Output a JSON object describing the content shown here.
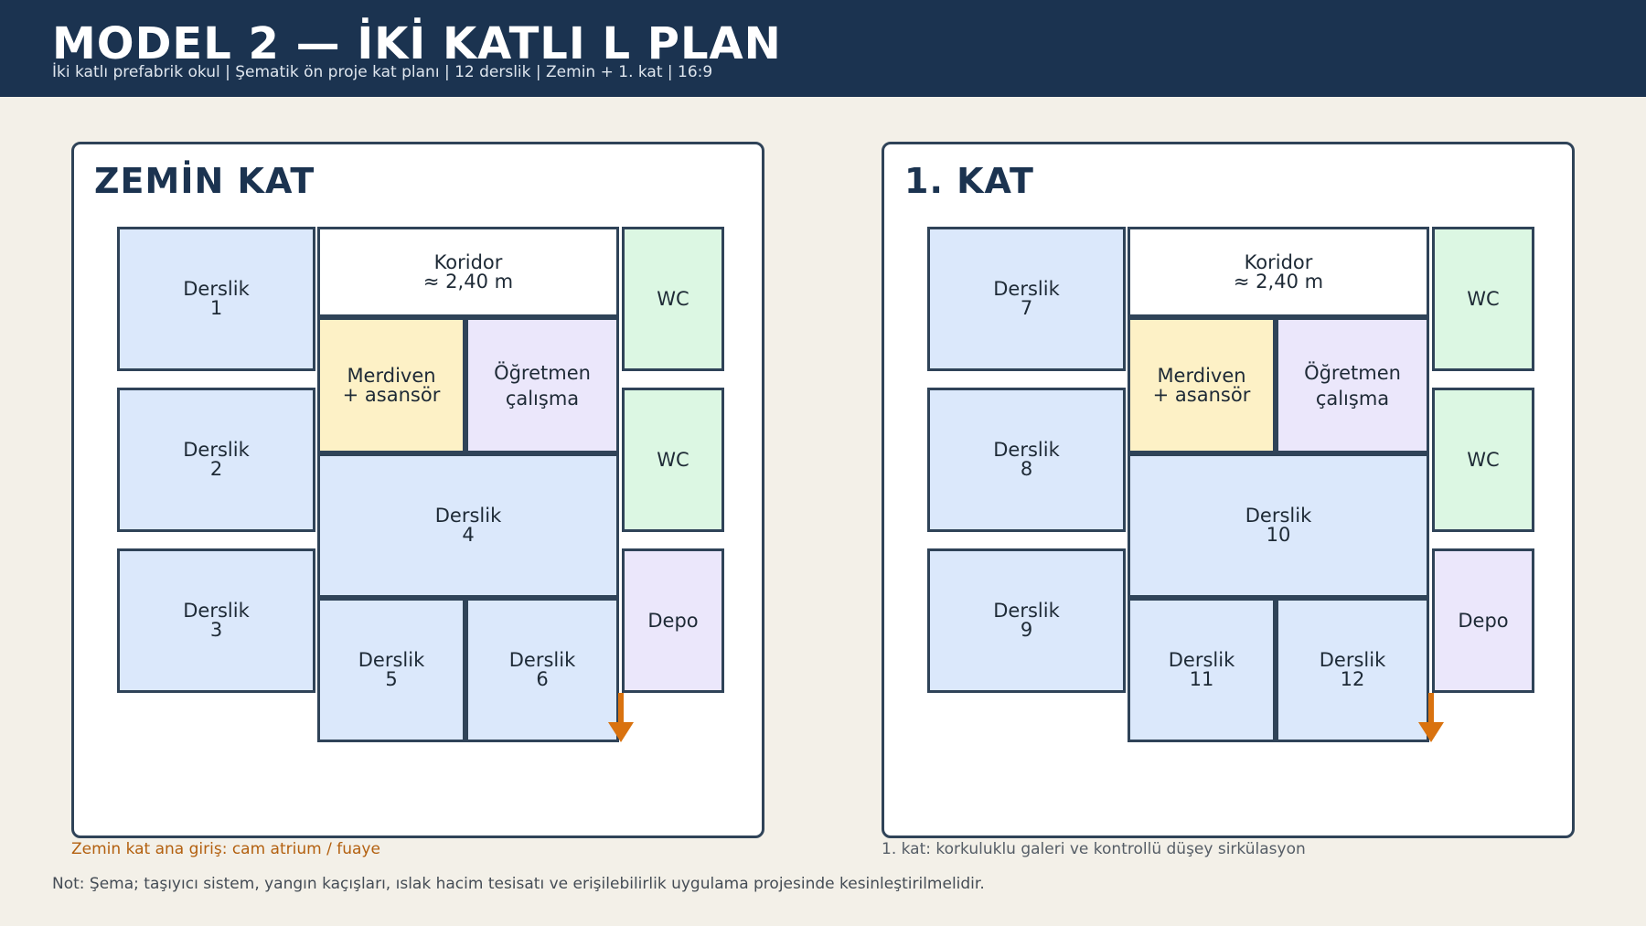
{
  "header": {
    "title": "MODEL 2 — İKİ KATLI L PLAN",
    "subtitle": "İki katlı prefabrik okul | Şematik ön proje kat planı | 12 derslik | Zemin + 1. kat | 16:9"
  },
  "colors": {
    "header_bg": "#1b3350",
    "classroom": "#dbe8fb",
    "corridor": "#ffffff",
    "stair": "#fdf1c6",
    "teacher": "#ebe7fb",
    "wc": "#dcf7e3",
    "storage": "#ebe7fb",
    "arrow": "#d9720f",
    "entrance_caption": "#b3600f"
  },
  "floors": [
    {
      "title": "ZEMİN KAT",
      "rooms": {
        "classroom_a": "Derslik\n1",
        "classroom_b": "Derslik\n2",
        "classroom_c": "Derslik\n3",
        "corridor": "Koridor\n≈ 2,40 m",
        "stair": "Merdiven\n+ asansör",
        "teacher": "Öğretmen\nçalışma",
        "classroom_d": "Derslik\n4",
        "classroom_e": "Derslik\n5",
        "classroom_f": "Derslik\n6",
        "wc_1": "WC",
        "wc_2": "WC",
        "storage": "Depo"
      },
      "caption": "Zemin kat ana giriş: cam atrium / fuaye"
    },
    {
      "title": "1. KAT",
      "rooms": {
        "classroom_a": "Derslik\n7",
        "classroom_b": "Derslik\n8",
        "classroom_c": "Derslik\n9",
        "corridor": "Koridor\n≈ 2,40 m",
        "stair": "Merdiven\n+ asansör",
        "teacher": "Öğretmen\nçalışma",
        "classroom_d": "Derslik\n10",
        "classroom_e": "Derslik\n11",
        "classroom_f": "Derslik\n12",
        "wc_1": "WC",
        "wc_2": "WC",
        "storage": "Depo"
      },
      "caption": "1. kat: korkuluklu galeri ve kontrollü düşey sirkülasyon"
    }
  ],
  "note": "Not: Şema; taşıyıcı sistem, yangın kaçışları, ıslak hacim tesisatı ve erişilebilirlik uygulama projesinde kesinleştirilmelidir."
}
